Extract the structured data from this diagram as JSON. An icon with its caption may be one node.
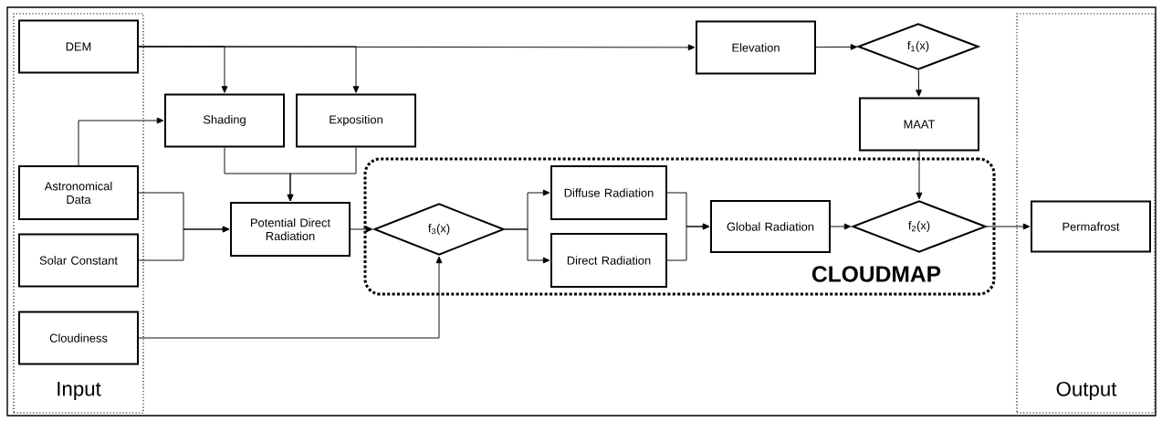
{
  "diagram": {
    "nodes": [
      {
        "text": [
          "Input"
        ]
      },
      {
        "text": [
          "DEM"
        ],
        "in": 0
      },
      {
        "text": [
          "Astronomical Data"
        ],
        "in": 0
      },
      {
        "text": [
          "Solar Constant"
        ],
        "in": 0
      },
      {
        "text": [
          "Cloudiness"
        ],
        "in": 0
      },
      {
        "text": [
          "Output"
        ]
      },
      {
        "text": [
          "Permafrost"
        ],
        "in": 5
      },
      {
        "text": [
          "Shading"
        ]
      },
      {
        "text": [
          "Exposition"
        ]
      },
      {
        "text": [
          "Elevation"
        ]
      },
      {
        "text": [
          "f$_{1}$(x)"
        ]
      },
      {
        "text": [
          "MAAT"
        ]
      },
      {
        "text": [
          "Potential Direct Radiation"
        ]
      },
      {
        "text": [
          "CLOUDMAP"
        ]
      },
      {
        "text": [
          "f$_{3}$(x)"
        ],
        "in": 13
      },
      {
        "text": [
          "Diffuse Radiation"
        ],
        "in": 13
      },
      {
        "text": [
          "Direct Radiation"
        ],
        "in": 13
      },
      {
        "text": [
          "Global Radiation"
        ],
        "in": 13
      },
      {
        "text": [
          "f$_{2}$(x)"
        ],
        "in": 13
      }
    ],
    "edges": [
      {
        "from": 1,
        "to": 7,
        "arrow": "to"
      },
      {
        "from": 1,
        "to": 8,
        "arrow": "to"
      },
      {
        "from": 1,
        "to": 9,
        "arrow": "to"
      },
      {
        "from": 9,
        "to": 10,
        "arrow": "to"
      },
      {
        "from": 10,
        "to": 11,
        "arrow": "to"
      },
      {
        "from": 11,
        "to": 18,
        "arrow": "to"
      },
      {
        "from": 2,
        "to": 7,
        "arrow": "to"
      },
      {
        "from": 2,
        "to": 12,
        "arrow": "to"
      },
      {
        "from": 3,
        "to": 12,
        "arrow": "to"
      },
      {
        "from": 7,
        "to": 12,
        "arrow": "to"
      },
      {
        "from": 8,
        "to": 12,
        "arrow": "to"
      },
      {
        "from": 12,
        "to": 14,
        "arrow": "to"
      },
      {
        "from": 4,
        "to": 14,
        "arrow": "to"
      },
      {
        "from": 14,
        "to": 15,
        "arrow": "to"
      },
      {
        "from": 14,
        "to": 16,
        "arrow": "to"
      },
      {
        "from": 15,
        "to": 17,
        "arrow": "to"
      },
      {
        "from": 16,
        "to": 17,
        "arrow": "to"
      },
      {
        "from": 17,
        "to": 18,
        "arrow": "to"
      },
      {
        "from": 18,
        "to": 6,
        "arrow": "to"
      }
    ]
  }
}
